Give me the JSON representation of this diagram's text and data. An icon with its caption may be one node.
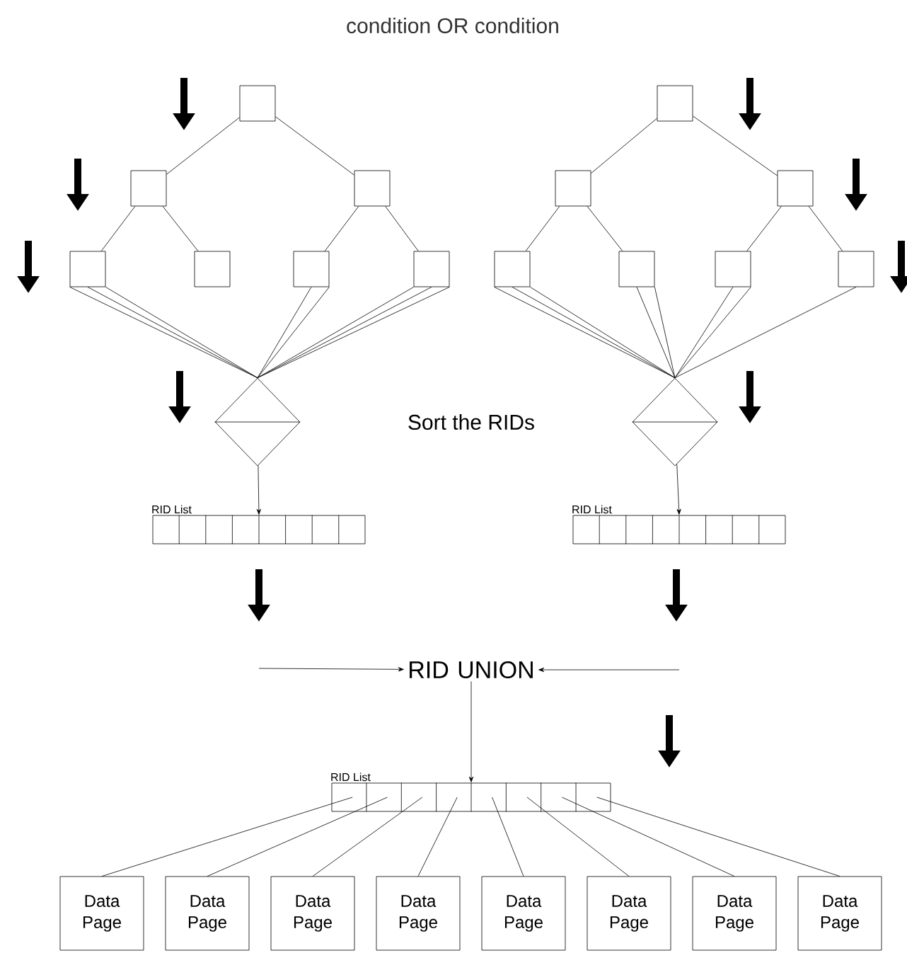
{
  "diagram": {
    "title": "condition OR condition",
    "nodes": [
      {
        "text": [],
        "shape": "box"
      },
      {
        "text": [],
        "shape": "box"
      },
      {
        "text": [],
        "shape": "box"
      },
      {
        "text": [],
        "shape": "box"
      },
      {
        "text": [],
        "shape": "box"
      },
      {
        "text": [],
        "shape": "box"
      },
      {
        "text": [],
        "shape": "box"
      },
      {
        "text": [],
        "shape": "box"
      },
      {
        "text": [],
        "shape": "box"
      },
      {
        "text": [],
        "shape": "box"
      },
      {
        "text": [],
        "shape": "box"
      },
      {
        "text": [],
        "shape": "box"
      },
      {
        "text": [],
        "shape": "box"
      },
      {
        "text": [],
        "shape": "box"
      },
      {
        "text": [],
        "shape": "diamond"
      },
      {
        "text": [],
        "shape": "diamond"
      },
      {
        "text": [],
        "shape": "bar",
        "beside": [
          "RID List"
        ]
      },
      {
        "text": [],
        "shape": "bar",
        "beside": [
          "RID List"
        ]
      },
      {
        "text": [
          "RID UNION"
        ]
      },
      {
        "text": [],
        "shape": "bar",
        "beside": [
          "RID List"
        ]
      },
      {
        "text": [
          "Data Page"
        ]
      },
      {
        "text": [
          "Data Page"
        ]
      },
      {
        "text": [
          "Data Page"
        ]
      },
      {
        "text": [
          "Data Page"
        ]
      },
      {
        "text": [
          "Data Page"
        ]
      },
      {
        "text": [
          "Data Page"
        ]
      },
      {
        "text": [
          "Data Page"
        ]
      },
      {
        "text": [
          "Data Page"
        ]
      }
    ],
    "edges": [
      {
        "from": 0,
        "to": 1,
        "arrow": "none"
      },
      {
        "from": 0,
        "to": 2,
        "arrow": "none"
      },
      {
        "from": 1,
        "to": 3,
        "arrow": "none"
      },
      {
        "from": 1,
        "to": 4,
        "arrow": "none"
      },
      {
        "from": 2,
        "to": 5,
        "arrow": "none"
      },
      {
        "from": 2,
        "to": 6,
        "arrow": "none"
      },
      {
        "from": 7,
        "to": 8,
        "arrow": "none"
      },
      {
        "from": 7,
        "to": 9,
        "arrow": "none"
      },
      {
        "from": 8,
        "to": 10,
        "arrow": "none"
      },
      {
        "from": 8,
        "to": 11,
        "arrow": "none"
      },
      {
        "from": 9,
        "to": 12,
        "arrow": "none"
      },
      {
        "from": 9,
        "to": 13,
        "arrow": "none"
      },
      {
        "from": 3,
        "to": 14,
        "arrow": "none"
      },
      {
        "from": 3,
        "to": 14,
        "arrow": "none"
      },
      {
        "from": 3,
        "to": 14,
        "arrow": "none"
      },
      {
        "from": 5,
        "to": 14,
        "arrow": "none"
      },
      {
        "from": 5,
        "to": 14,
        "arrow": "none"
      },
      {
        "from": 6,
        "to": 14,
        "arrow": "none"
      },
      {
        "from": 6,
        "to": 14,
        "arrow": "none"
      },
      {
        "from": 6,
        "to": 14,
        "arrow": "none"
      },
      {
        "from": 10,
        "to": 15,
        "arrow": "none"
      },
      {
        "from": 10,
        "to": 15,
        "arrow": "none"
      },
      {
        "from": 10,
        "to": 15,
        "arrow": "none"
      },
      {
        "from": 11,
        "to": 15,
        "arrow": "none"
      },
      {
        "from": 11,
        "to": 15,
        "arrow": "none"
      },
      {
        "from": 12,
        "to": 15,
        "arrow": "none"
      },
      {
        "from": 12,
        "to": 15,
        "arrow": "none"
      },
      {
        "from": 13,
        "to": 15,
        "arrow": "none"
      },
      {
        "from": 14,
        "to": 16,
        "arrow": "to"
      },
      {
        "from": 15,
        "to": 17,
        "arrow": "to"
      },
      {
        "from": null,
        "to": 18,
        "arrow": "to"
      },
      {
        "from": null,
        "to": 18,
        "arrow": "to"
      },
      {
        "from": 18,
        "to": 19,
        "arrow": "to"
      },
      {
        "from": 19,
        "to": 20,
        "arrow": "none"
      },
      {
        "from": 19,
        "to": 21,
        "arrow": "none"
      },
      {
        "from": 19,
        "to": 22,
        "arrow": "none"
      },
      {
        "from": 19,
        "to": 23,
        "arrow": "none"
      },
      {
        "from": 19,
        "to": 24,
        "arrow": "none"
      },
      {
        "from": 19,
        "to": 25,
        "arrow": "none"
      },
      {
        "from": 19,
        "to": 26,
        "arrow": "none"
      },
      {
        "from": 19,
        "to": 27,
        "arrow": "none"
      }
    ],
    "labels": [
      "Sort the RIDs"
    ]
  }
}
